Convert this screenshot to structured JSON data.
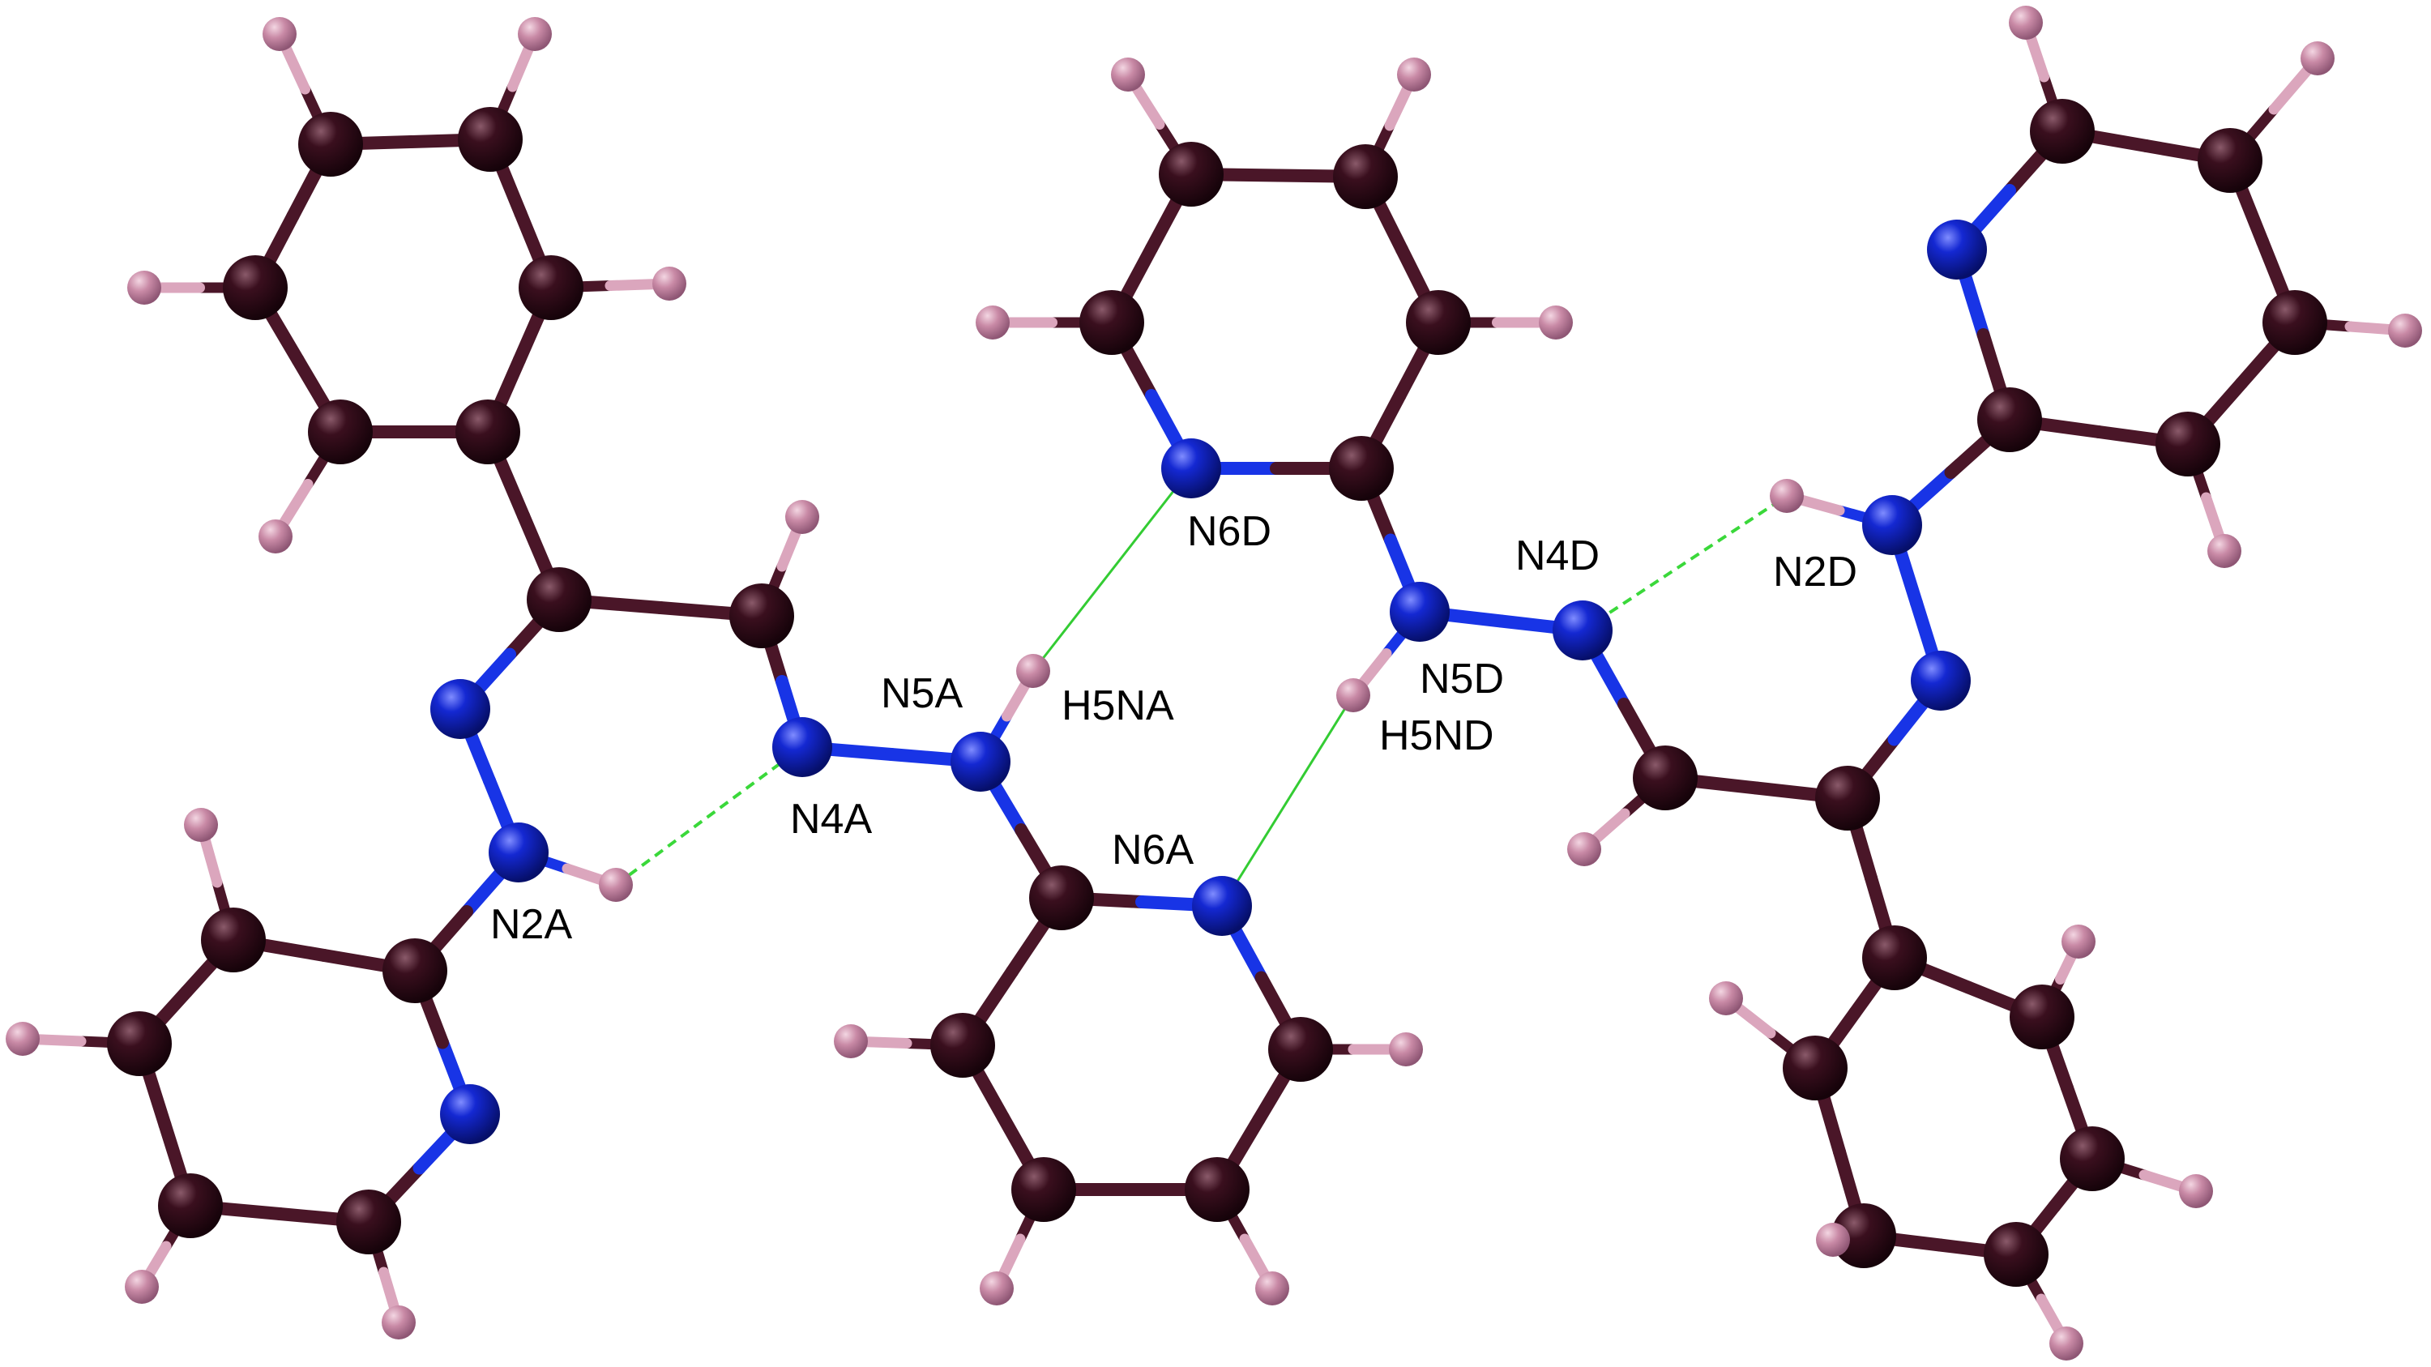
{
  "colors": {
    "carbon": "#3a0f1e",
    "nitrogen": "#1428d2",
    "hydrogen": "#c98aa6",
    "bond": "#4a1628",
    "nbond": "#1834e6",
    "hbond_intra": "#3ad83a",
    "hbond_inter": "#33cc33",
    "background": "#ffffff"
  },
  "labels": {
    "N2A": "N2A",
    "N4A": "N4A",
    "N5A": "N5A",
    "H5NA": "H5NA",
    "N6A": "N6A",
    "N6D": "N6D",
    "N4D": "N4D",
    "N5D": "N5D",
    "H5ND": "H5ND",
    "N2D": "N2D"
  }
}
